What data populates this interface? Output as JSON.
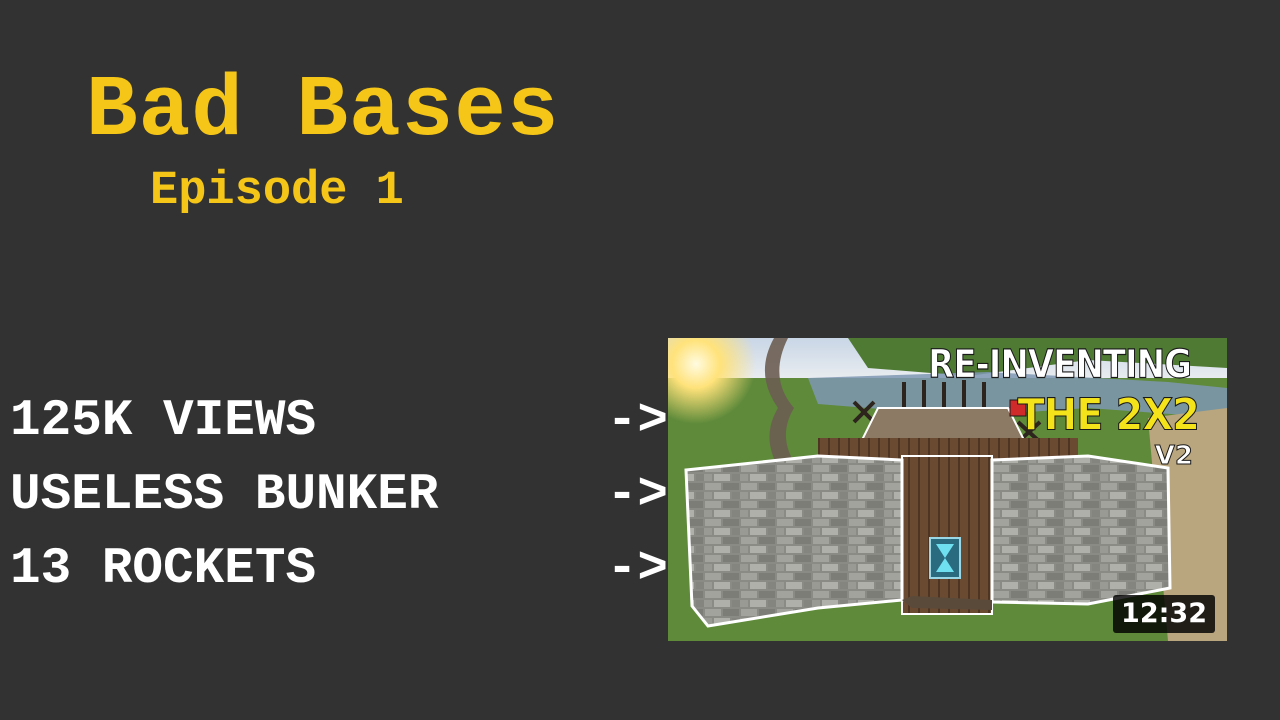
{
  "heading": {
    "title": "Bad Bases",
    "subtitle": "Episode 1"
  },
  "stats": [
    {
      "label": "125K VIEWS",
      "arrow": "->"
    },
    {
      "label": "USELESS BUNKER",
      "arrow": "->"
    },
    {
      "label": "13 ROCKETS",
      "arrow": "->"
    }
  ],
  "thumbnail": {
    "overlay_line_1": "RE-INVENTING",
    "overlay_line_2": "THE 2X2",
    "overlay_line_3": "V2",
    "duration": "12:32"
  },
  "colors": {
    "background": "#323232",
    "title": "#f5c518",
    "stats": "#ffffff",
    "overlay_highlight": "#f4e21b"
  }
}
